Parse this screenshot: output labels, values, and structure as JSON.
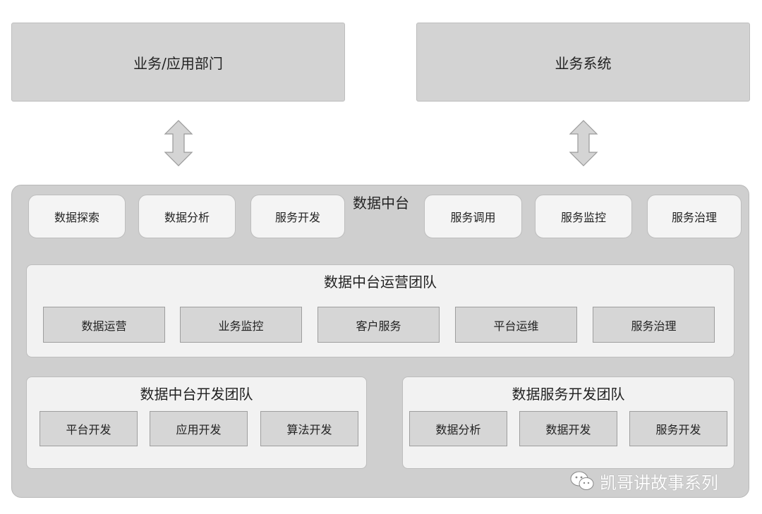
{
  "top": {
    "left_label": "业务/应用部门",
    "right_label": "业务系统"
  },
  "platform": {
    "title": "数据中台",
    "pills": [
      "数据探索",
      "数据分析",
      "服务开发",
      "服务调用",
      "服务监控",
      "服务治理"
    ]
  },
  "ops_team": {
    "title": "数据中台运营团队",
    "items": [
      "数据运营",
      "业务监控",
      "客户服务",
      "平台运维",
      "服务治理"
    ]
  },
  "dev_team": {
    "title": "数据中台开发团队",
    "items": [
      "平台开发",
      "应用开发",
      "算法开发"
    ]
  },
  "service_team": {
    "title": "数据服务开发团队",
    "items": [
      "数据分析",
      "数据开发",
      "服务开发"
    ]
  },
  "watermark": {
    "text": "凯哥讲故事系列",
    "icon": "wechat-icon"
  }
}
